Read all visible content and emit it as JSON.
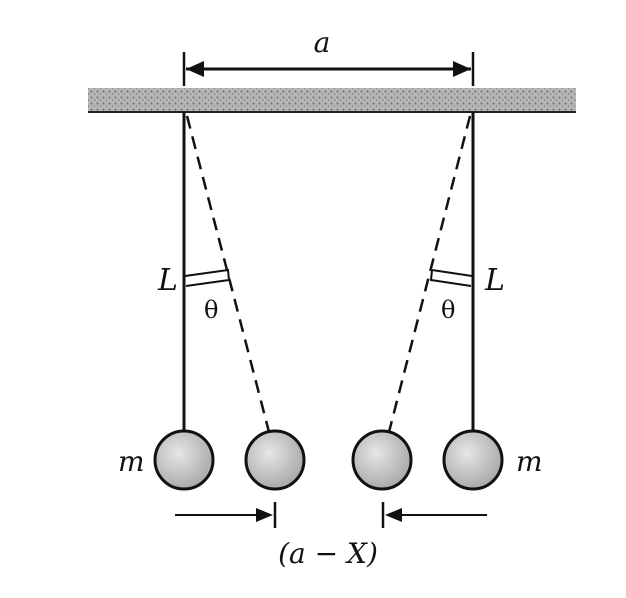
{
  "diagram": {
    "separation_label": "a",
    "length_label_left": "L",
    "length_label_right": "L",
    "angle_label_left": "θ",
    "angle_label_right": "θ",
    "mass_label_left": "m",
    "mass_label_right": "m",
    "gap_label": "(a − X)",
    "colors": {
      "ink": "#111111",
      "ceiling": "#9a9a9a",
      "bob_fill": "#c8c8c8"
    }
  }
}
